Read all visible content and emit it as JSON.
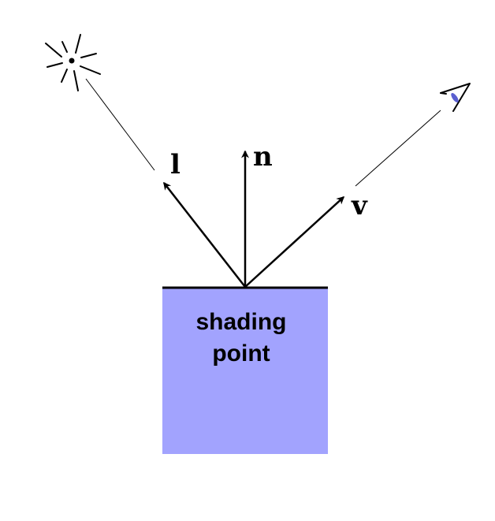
{
  "diagram": {
    "surface_label_line1": "shading",
    "surface_label_line2": "point",
    "light_vector_label": "l",
    "normal_vector_label": "n",
    "view_vector_label": "v",
    "light_icon": "light-source-icon",
    "eye_icon": "eye-icon",
    "colors": {
      "surface_fill": "#a2a3fe",
      "surface_edge": "#000000",
      "eye_accent": "#5a5fd0",
      "line": "#000000"
    }
  }
}
